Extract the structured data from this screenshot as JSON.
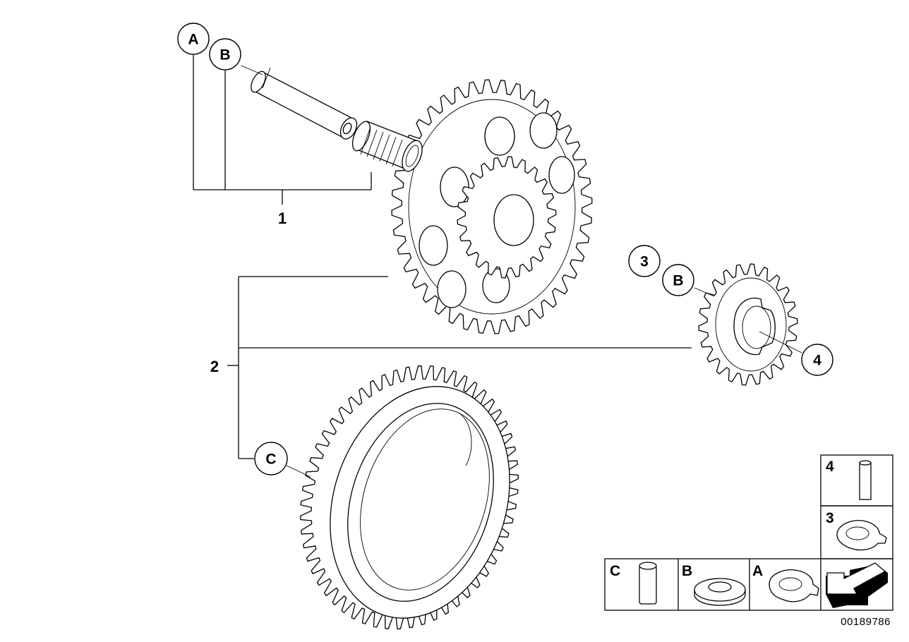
{
  "callouts": {
    "a_top": "A",
    "b_top": "B",
    "b_right": "B",
    "c_left": "C",
    "three": "3",
    "four": "4"
  },
  "item_numbers": {
    "one": "1",
    "two": "2"
  },
  "legend": {
    "c": "C",
    "b": "B",
    "a": "A",
    "four": "4",
    "three": "3"
  },
  "document_id": "00189786"
}
